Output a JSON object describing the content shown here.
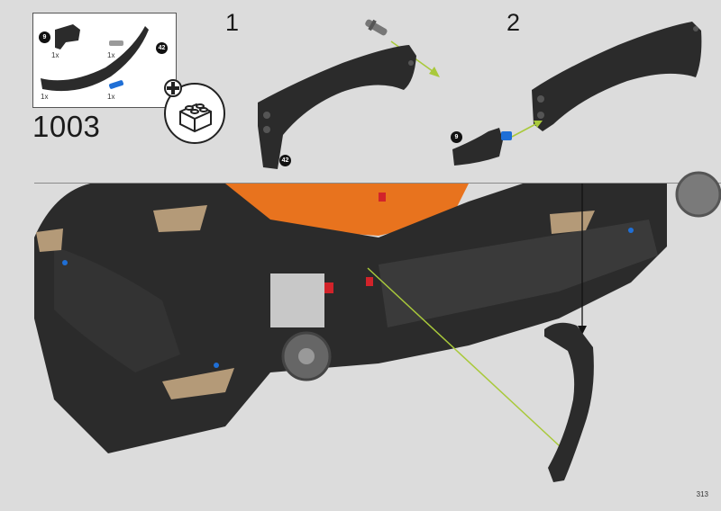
{
  "parts_list": {
    "items": [
      {
        "quantity": "1x",
        "badge": "9"
      },
      {
        "quantity": "1x",
        "badge": ""
      },
      {
        "quantity": "1x",
        "badge": "42"
      },
      {
        "quantity": "1x",
        "badge": ""
      }
    ]
  },
  "step": {
    "number": "1003",
    "substeps": [
      "1",
      "2"
    ]
  },
  "badges": {
    "fender_length": "42",
    "bracket_length": "9"
  },
  "page_number": "313",
  "colors": {
    "background": "#dcdcdc",
    "parts_box": "#ffffff",
    "body_black": "#2b2b2b",
    "orange": "#e8731e",
    "tan": "#b49a78",
    "arrow_green": "#a9c93b",
    "pin_blue": "#1f6fd6"
  }
}
